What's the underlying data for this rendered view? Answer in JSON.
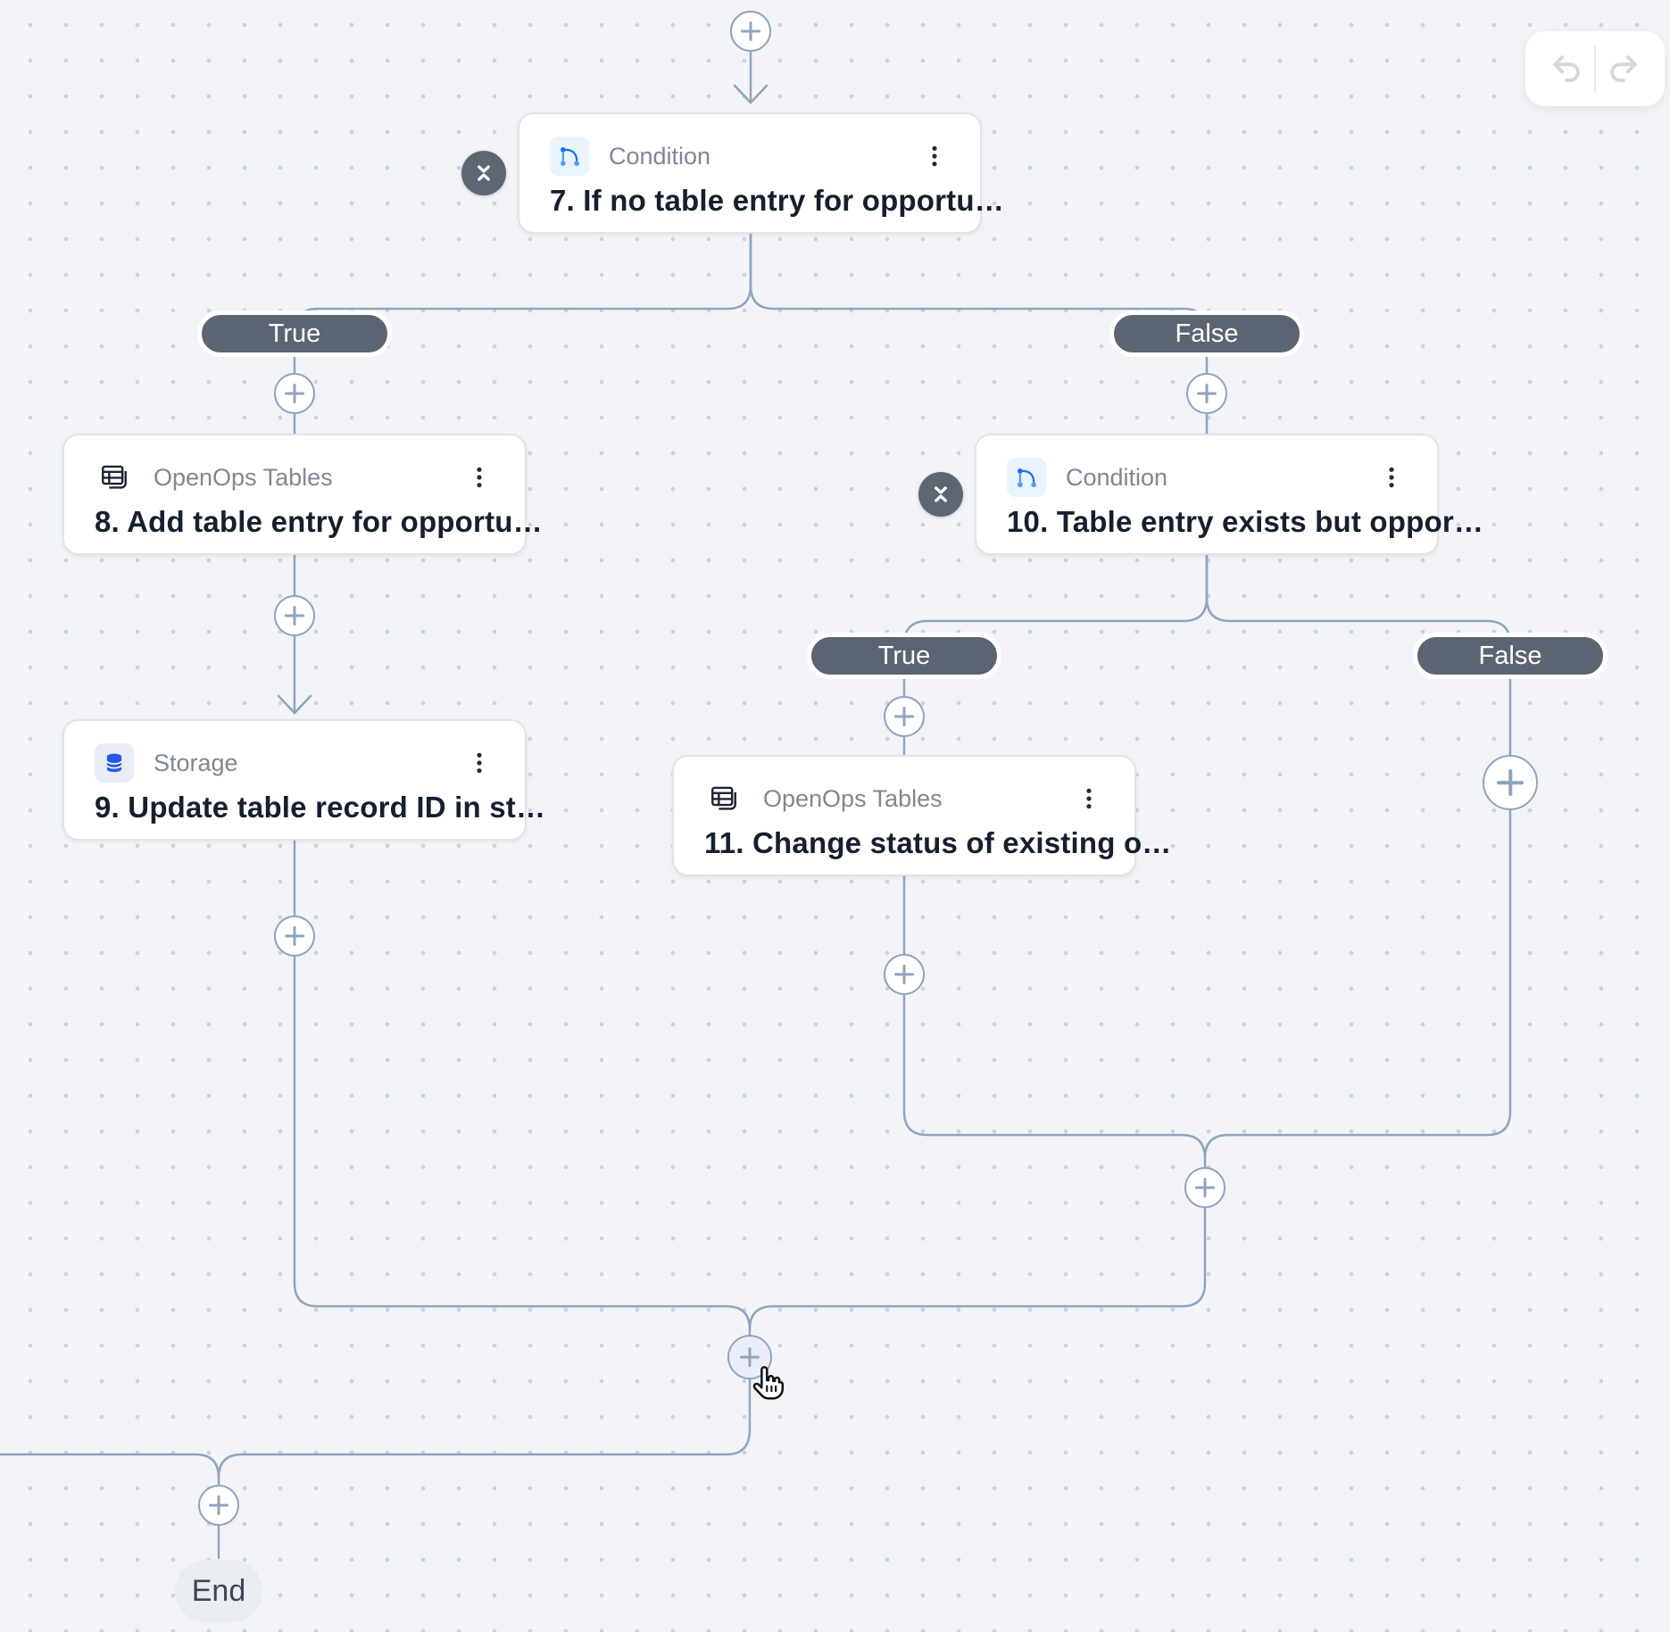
{
  "canvas": {
    "background": "#f2f4f7",
    "line_color": "#90a4bc",
    "pill_color": "#5b6472",
    "accent_blue": "#1a6df0"
  },
  "history_toolbar": {
    "undo_icon": "undo-arrow",
    "redo_icon": "redo-arrow"
  },
  "nodes": [
    {
      "app": "Condition",
      "title": "7. If no table entry for opportu…",
      "icon": "branch-icon",
      "collapsible": true
    },
    {
      "app": "OpenOps Tables",
      "title": "8. Add table entry for opportu…",
      "icon": "tables-icon",
      "collapsible": false
    },
    {
      "app": "Condition",
      "title": "10. Table entry exists but oppor…",
      "icon": "branch-icon",
      "collapsible": true
    },
    {
      "app": "Storage",
      "title": "9. Update table record ID in st…",
      "icon": "storage-icon",
      "collapsible": false
    },
    {
      "app": "OpenOps Tables",
      "title": "11. Change status of existing o…",
      "icon": "tables-icon",
      "collapsible": false
    }
  ],
  "branch_pills": [
    {
      "label": "True"
    },
    {
      "label": "False"
    },
    {
      "label": "True"
    },
    {
      "label": "False"
    }
  ],
  "end": {
    "label": "End"
  }
}
